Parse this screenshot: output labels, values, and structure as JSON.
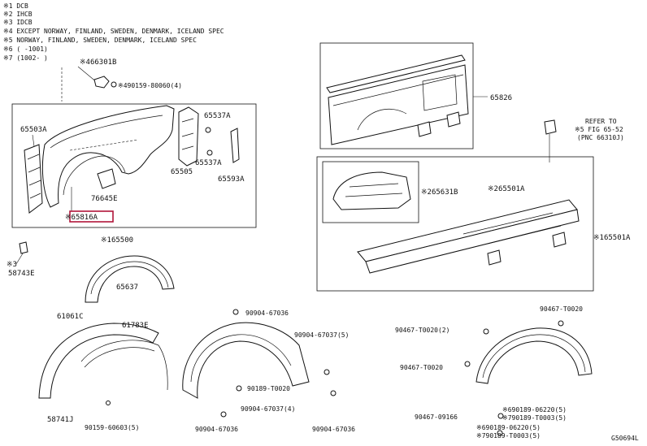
{
  "notes": [
    "※1 DCB",
    "※2 IHCB",
    "※3 IDCB",
    "※4 EXCEPT NORWAY, FINLAND, SWEDEN, DENMARK, ICELAND SPEC",
    "※5 NORWAY, FINLAND, SWEDEN, DENMARK, ICELAND SPEC",
    "※6 (  -1001)",
    "※7 (1002-  )"
  ],
  "labels": {
    "p466301B": "※466301B",
    "p490159_80060": "※490159-80060(4)",
    "p65503A": "65503A",
    "p65537A_1": "65537A",
    "p65537A_2": "65537A",
    "p65505": "65505",
    "p65593A": "65593A",
    "p76645E": "76645E",
    "p65816A": "※65816A",
    "p165500": "※165500",
    "p3": "※3",
    "p58743E": "58743E",
    "p65637": "65637",
    "p61061C": "61061C",
    "p61783E": "61783E",
    "p58741J": "58741J",
    "p90159_60603": "90159-60603(5)",
    "p65826": "65826",
    "refer_to": "REFER TO",
    "fig_ref": "※5 FIG 65-52",
    "pnc_ref": "(PNC 66310J)",
    "p265631B": "※265631B",
    "p265501A": "※265501A",
    "p165501A": "※165501A",
    "p90904_67036_a": "90904-67036",
    "p90904_67037_5": "90904-67037(5)",
    "p90189_T0020": "90189-T0020",
    "p90904_67037_4": "90904-67037(4)",
    "p90904_67036_b": "90904-67036",
    "p90904_67036_c": "90904-67036",
    "p90467_T0020_a": "90467-T0020",
    "p90467_T0020_2": "90467-T0020(2)",
    "p90467_T0020_b": "90467-T0020",
    "p90467_09166": "90467-09166",
    "p690189_06220": "※690189-06220(5)",
    "p790189_T0003_a": "※790189-T0003(5)",
    "p690189_06220_b": "※690189-06220(5)",
    "p790189_T0003_b": "※790189-T0003(5)",
    "code": "G50694L"
  }
}
